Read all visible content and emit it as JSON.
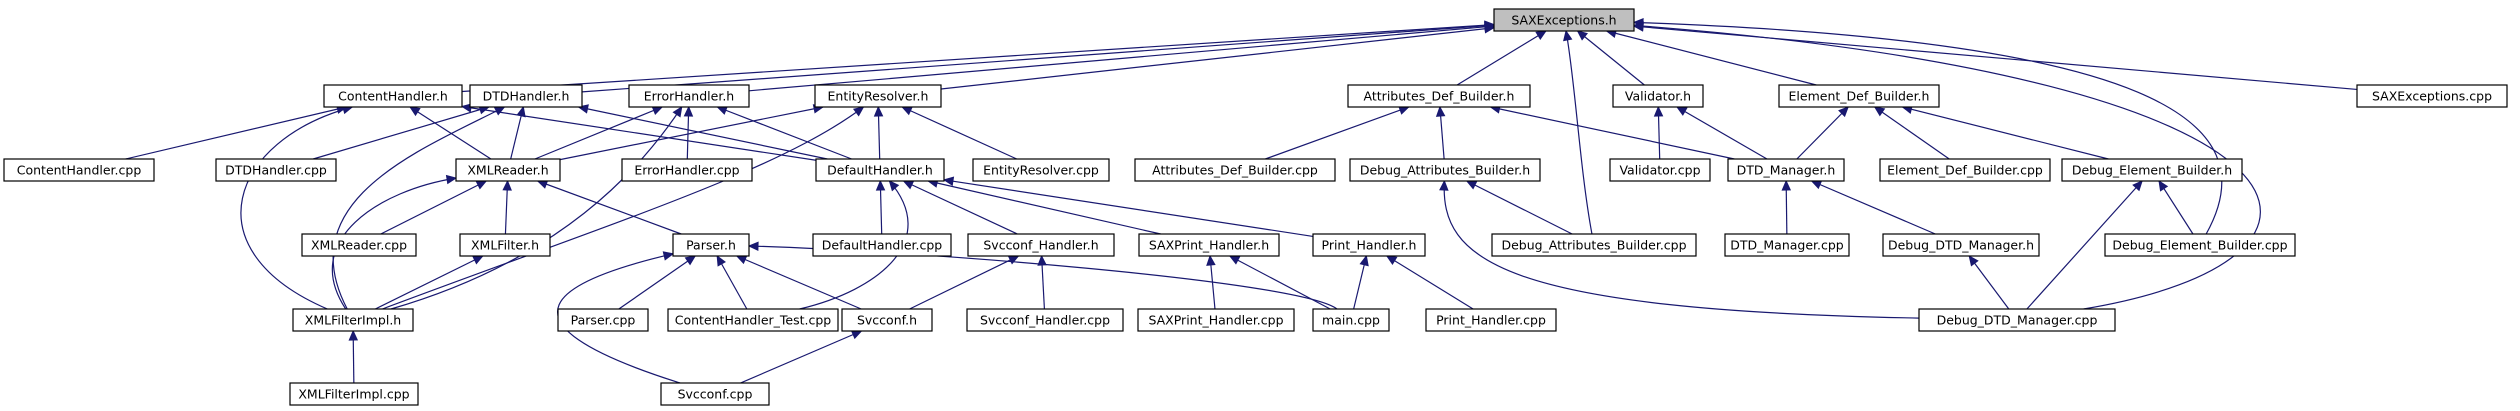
{
  "diagram": {
    "nodes": [
      {
        "id": "sax_h",
        "label": "SAXExceptions.h",
        "root": true
      },
      {
        "id": "contenthandler_h",
        "label": "ContentHandler.h"
      },
      {
        "id": "dtdhandler_h",
        "label": "DTDHandler.h"
      },
      {
        "id": "errorhandler_h",
        "label": "ErrorHandler.h"
      },
      {
        "id": "entityresolver_h",
        "label": "EntityResolver.h"
      },
      {
        "id": "attributes_def_builder_h",
        "label": "Attributes_Def_Builder.h"
      },
      {
        "id": "validator_h",
        "label": "Validator.h"
      },
      {
        "id": "element_def_builder_h",
        "label": "Element_Def_Builder.h"
      },
      {
        "id": "sax_cpp",
        "label": "SAXExceptions.cpp"
      },
      {
        "id": "contenthandler_cpp",
        "label": "ContentHandler.cpp"
      },
      {
        "id": "dtdhandler_cpp",
        "label": "DTDHandler.cpp"
      },
      {
        "id": "xmlreader_h",
        "label": "XMLReader.h"
      },
      {
        "id": "errorhandler_cpp",
        "label": "ErrorHandler.cpp"
      },
      {
        "id": "defaulthandler_h",
        "label": "DefaultHandler.h"
      },
      {
        "id": "entityresolver_cpp",
        "label": "EntityResolver.cpp"
      },
      {
        "id": "attributes_def_builder_cpp",
        "label": "Attributes_Def_Builder.cpp"
      },
      {
        "id": "debug_attributes_builder_h",
        "label": "Debug_Attributes_Builder.h"
      },
      {
        "id": "validator_cpp",
        "label": "Validator.cpp"
      },
      {
        "id": "dtd_manager_h",
        "label": "DTD_Manager.h"
      },
      {
        "id": "element_def_builder_cpp",
        "label": "Element_Def_Builder.cpp"
      },
      {
        "id": "debug_element_builder_h",
        "label": "Debug_Element_Builder.h"
      },
      {
        "id": "xmlreader_cpp",
        "label": "XMLReader.cpp"
      },
      {
        "id": "xmlfilter_h",
        "label": "XMLFilter.h"
      },
      {
        "id": "parser_h",
        "label": "Parser.h"
      },
      {
        "id": "defaulthandler_cpp",
        "label": "DefaultHandler.cpp"
      },
      {
        "id": "svcconf_handler_h",
        "label": "Svcconf_Handler.h"
      },
      {
        "id": "saxprint_handler_h",
        "label": "SAXPrint_Handler.h"
      },
      {
        "id": "print_handler_h",
        "label": "Print_Handler.h"
      },
      {
        "id": "debug_attributes_builder_cpp",
        "label": "Debug_Attributes_Builder.cpp"
      },
      {
        "id": "dtd_manager_cpp",
        "label": "DTD_Manager.cpp"
      },
      {
        "id": "debug_dtd_manager_h",
        "label": "Debug_DTD_Manager.h"
      },
      {
        "id": "debug_element_builder_cpp",
        "label": "Debug_Element_Builder.cpp"
      },
      {
        "id": "xmlfilterimpl_h",
        "label": "XMLFilterImpl.h"
      },
      {
        "id": "parser_cpp",
        "label": "Parser.cpp"
      },
      {
        "id": "contenthandler_test_cpp",
        "label": "ContentHandler_Test.cpp"
      },
      {
        "id": "svcconf_h",
        "label": "Svcconf.h"
      },
      {
        "id": "svcconf_handler_cpp",
        "label": "Svcconf_Handler.cpp"
      },
      {
        "id": "saxprint_handler_cpp",
        "label": "SAXPrint_Handler.cpp"
      },
      {
        "id": "main_cpp",
        "label": "main.cpp"
      },
      {
        "id": "print_handler_cpp",
        "label": "Print_Handler.cpp"
      },
      {
        "id": "debug_dtd_manager_cpp",
        "label": "Debug_DTD_Manager.cpp"
      },
      {
        "id": "xmlfilterimpl_cpp",
        "label": "XMLFilterImpl.cpp"
      },
      {
        "id": "svcconf_cpp",
        "label": "Svcconf.cpp"
      }
    ],
    "edges": [
      {
        "from": "contenthandler_h",
        "to": "sax_h"
      },
      {
        "from": "dtdhandler_h",
        "to": "sax_h"
      },
      {
        "from": "errorhandler_h",
        "to": "sax_h"
      },
      {
        "from": "entityresolver_h",
        "to": "sax_h"
      },
      {
        "from": "attributes_def_builder_h",
        "to": "sax_h"
      },
      {
        "from": "validator_h",
        "to": "sax_h"
      },
      {
        "from": "element_def_builder_h",
        "to": "sax_h"
      },
      {
        "from": "sax_cpp",
        "to": "sax_h"
      },
      {
        "from": "debug_attributes_builder_cpp",
        "to": "sax_h"
      },
      {
        "from": "debug_element_builder_cpp",
        "to": "sax_h"
      },
      {
        "from": "debug_dtd_manager_cpp",
        "to": "sax_h"
      },
      {
        "from": "contenthandler_cpp",
        "to": "contenthandler_h"
      },
      {
        "from": "xmlreader_h",
        "to": "contenthandler_h"
      },
      {
        "from": "defaulthandler_h",
        "to": "contenthandler_h"
      },
      {
        "from": "xmlfilterimpl_h",
        "to": "contenthandler_h"
      },
      {
        "from": "dtdhandler_cpp",
        "to": "dtdhandler_h"
      },
      {
        "from": "xmlreader_h",
        "to": "dtdhandler_h"
      },
      {
        "from": "defaulthandler_h",
        "to": "dtdhandler_h"
      },
      {
        "from": "xmlfilterimpl_h",
        "to": "dtdhandler_h"
      },
      {
        "from": "errorhandler_cpp",
        "to": "errorhandler_h"
      },
      {
        "from": "xmlreader_h",
        "to": "errorhandler_h"
      },
      {
        "from": "defaulthandler_h",
        "to": "errorhandler_h"
      },
      {
        "from": "xmlfilterimpl_h",
        "to": "errorhandler_h"
      },
      {
        "from": "entityresolver_cpp",
        "to": "entityresolver_h"
      },
      {
        "from": "xmlreader_h",
        "to": "entityresolver_h"
      },
      {
        "from": "defaulthandler_h",
        "to": "entityresolver_h"
      },
      {
        "from": "xmlfilterimpl_h",
        "to": "entityresolver_h"
      },
      {
        "from": "attributes_def_builder_cpp",
        "to": "attributes_def_builder_h"
      },
      {
        "from": "debug_attributes_builder_h",
        "to": "attributes_def_builder_h"
      },
      {
        "from": "dtd_manager_h",
        "to": "attributes_def_builder_h"
      },
      {
        "from": "validator_cpp",
        "to": "validator_h"
      },
      {
        "from": "dtd_manager_h",
        "to": "validator_h"
      },
      {
        "from": "element_def_builder_cpp",
        "to": "element_def_builder_h"
      },
      {
        "from": "debug_element_builder_h",
        "to": "element_def_builder_h"
      },
      {
        "from": "dtd_manager_h",
        "to": "element_def_builder_h"
      },
      {
        "from": "xmlreader_cpp",
        "to": "xmlreader_h"
      },
      {
        "from": "xmlfilter_h",
        "to": "xmlreader_h"
      },
      {
        "from": "parser_h",
        "to": "xmlreader_h"
      },
      {
        "from": "xmlfilterimpl_h",
        "to": "xmlreader_h"
      },
      {
        "from": "defaulthandler_cpp",
        "to": "defaulthandler_h"
      },
      {
        "from": "svcconf_handler_h",
        "to": "defaulthandler_h"
      },
      {
        "from": "saxprint_handler_h",
        "to": "defaulthandler_h"
      },
      {
        "from": "print_handler_h",
        "to": "defaulthandler_h"
      },
      {
        "from": "contenthandler_test_cpp",
        "to": "defaulthandler_h"
      },
      {
        "from": "debug_attributes_builder_cpp",
        "to": "debug_attributes_builder_h"
      },
      {
        "from": "debug_dtd_manager_cpp",
        "to": "debug_attributes_builder_h"
      },
      {
        "from": "dtd_manager_cpp",
        "to": "dtd_manager_h"
      },
      {
        "from": "debug_dtd_manager_h",
        "to": "dtd_manager_h"
      },
      {
        "from": "debug_element_builder_cpp",
        "to": "debug_element_builder_h"
      },
      {
        "from": "debug_dtd_manager_cpp",
        "to": "debug_element_builder_h"
      },
      {
        "from": "xmlfilterimpl_h",
        "to": "xmlfilter_h"
      },
      {
        "from": "parser_cpp",
        "to": "parser_h"
      },
      {
        "from": "contenthandler_test_cpp",
        "to": "parser_h"
      },
      {
        "from": "svcconf_h",
        "to": "parser_h"
      },
      {
        "from": "main_cpp",
        "to": "parser_h"
      },
      {
        "from": "svcconf_cpp",
        "to": "parser_h"
      },
      {
        "from": "svcconf_h",
        "to": "svcconf_handler_h"
      },
      {
        "from": "svcconf_handler_cpp",
        "to": "svcconf_handler_h"
      },
      {
        "from": "saxprint_handler_cpp",
        "to": "saxprint_handler_h"
      },
      {
        "from": "main_cpp",
        "to": "saxprint_handler_h"
      },
      {
        "from": "main_cpp",
        "to": "print_handler_h"
      },
      {
        "from": "print_handler_cpp",
        "to": "print_handler_h"
      },
      {
        "from": "debug_dtd_manager_cpp",
        "to": "debug_dtd_manager_h"
      },
      {
        "from": "xmlfilterimpl_cpp",
        "to": "xmlfilterimpl_h"
      },
      {
        "from": "svcconf_cpp",
        "to": "svcconf_h"
      }
    ]
  },
  "colors": {
    "edge": "#191970",
    "node_fill": "#ffffff",
    "root_fill": "#bfbfbf",
    "node_border": "#000000"
  }
}
